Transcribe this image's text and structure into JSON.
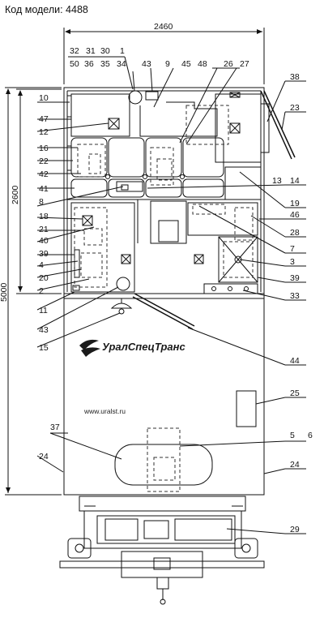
{
  "header": {
    "model_code": "Код модели: 4488"
  },
  "dimensions": {
    "overall_width": "2460",
    "height_cabin": "2600",
    "height_total": "5000"
  },
  "branding": {
    "logo_text": "УралСпецТранс",
    "website": "www.uralst.ru"
  },
  "callouts": {
    "c1": "1",
    "c2": "2",
    "c3": "3",
    "c4": "4",
    "c5": "5",
    "c6": "6",
    "c7": "7",
    "c8": "8",
    "c9": "9",
    "c10": "10",
    "c11": "11",
    "c12": "12",
    "c13": "13",
    "c14": "14",
    "c15": "15",
    "c16": "16",
    "c18": "18",
    "c19": "19",
    "c20": "20",
    "c21": "21",
    "c22": "22",
    "c23": "23",
    "c24l": "24",
    "c24r": "24",
    "c25": "25",
    "c26": "26",
    "c27": "27",
    "c28": "28",
    "c29": "29",
    "c30": "30",
    "c31": "31",
    "c32": "32",
    "c33": "33",
    "c34": "34",
    "c35": "35",
    "c36": "36",
    "c37": "37",
    "c38": "38",
    "c39l": "39",
    "c39r": "39",
    "c40": "40",
    "c41": "41",
    "c42": "42",
    "c43t": "43",
    "c43b": "43",
    "c44": "44",
    "c45": "45",
    "c46": "46",
    "c47": "47",
    "c48": "48",
    "c50": "50"
  },
  "colors": {
    "line": "#111111",
    "dash": "#333333",
    "logo_accent": "#1a1a1a"
  }
}
